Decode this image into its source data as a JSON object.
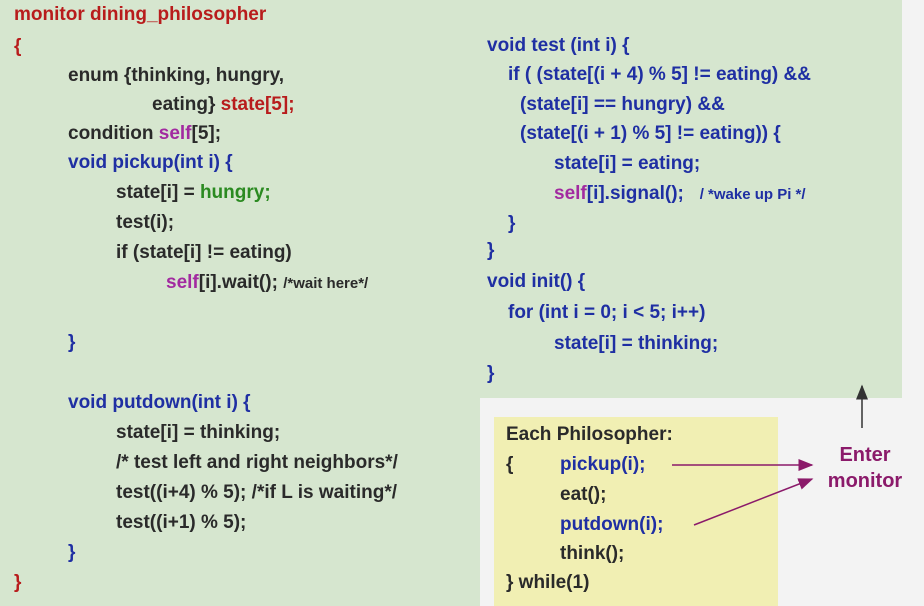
{
  "left": {
    "monitor_head": "monitor dining_philosopher",
    "brace_open": "{",
    "enum_line1": "enum {thinking, hungry,",
    "enum_line2_a": "eating} ",
    "enum_line2_b": "state[5];",
    "cond_a": "condition ",
    "cond_b": "self",
    "cond_c": "[5];",
    "pickup_head": "void pickup(int i) {",
    "pickup_l1_a": "state[i] = ",
    "pickup_l1_b": "hungry;",
    "pickup_l2": "test(i);",
    "pickup_l3": "if (state[i] != eating)",
    "pickup_l4_a": "self",
    "pickup_l4_b": "[i].wait(); ",
    "pickup_l4_c": "/*wait here*/",
    "pickup_close": "}",
    "putdown_head": "void putdown(int i) {",
    "putdown_l1": "state[i] = thinking;",
    "putdown_l2": "/* test left and right neighbors*/",
    "putdown_l3_a": "test((i+4) % 5); ",
    "putdown_l3_b": "/*if L is waiting*/",
    "putdown_l4": "test((i+1) % 5);",
    "putdown_close": "}",
    "brace_close": "}"
  },
  "right": {
    "test_head": "void test (int i) {",
    "test_l1": "if ( (state[(i + 4) % 5] != eating) &&",
    "test_l2": "(state[i] == hungry) &&",
    "test_l3": "(state[(i + 1) % 5] != eating)) {",
    "test_l4_a": "state[i] = ",
    "test_l4_b": "eating;",
    "test_l5_a": "self",
    "test_l5_b": "[i].signal();   ",
    "test_l5_c": "/ *wake up Pi */",
    "test_inner_close": "}",
    "test_close": "}",
    "init_head": "void init() {",
    "init_l1": "for (int i = 0; i < 5; i++)",
    "init_l2": "state[i] = thinking;",
    "init_close": "}"
  },
  "philosopher": {
    "title": "Each Philosopher:",
    "brace": "{",
    "pickup": "pickup(i);",
    "eat": "eat();",
    "putdown": "putdown(i);",
    "think": "think();",
    "tail": "} while(1)"
  },
  "enter_label_line1": "Enter",
  "enter_label_line2": "monitor",
  "colors": {
    "background": "#d6e6cf",
    "keyword_blue": "#1f2fa3",
    "state_red": "#b81c1c",
    "hungry_green": "#2b8a21",
    "self_magenta": "#a22aa0",
    "box_yellow": "#f1efb3",
    "arrow_purple": "#8b1a6a"
  }
}
